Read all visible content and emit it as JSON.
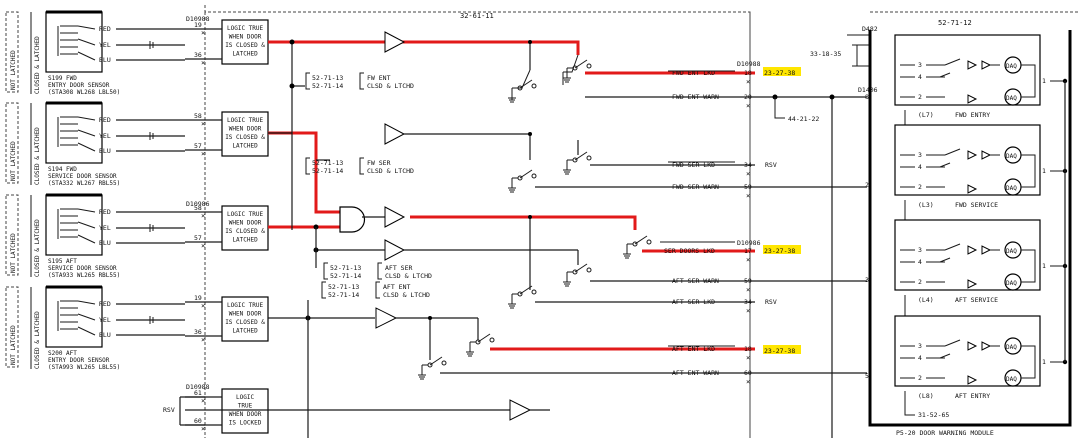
{
  "panel_ids": {
    "left_bus": "32-61-11",
    "right_module": "52-71-12"
  },
  "sensors": [
    {
      "id": "S199",
      "side": "FWD",
      "line1": "ENTRY DOOR SENSOR",
      "line2": "(STA308 WL268 LBL50)"
    },
    {
      "id": "S194",
      "side": "FWD",
      "line1": "SERVICE DOOR SENSOR",
      "line2": "(STA332 WL267 RBL55)"
    },
    {
      "id": "S195",
      "side": "AFT",
      "line1": "SERVICE DOOR SENSOR",
      "line2": "(STA933 WL265 RBL55)"
    },
    {
      "id": "S200",
      "side": "AFT",
      "line1": "ENTRY DOOR SENSOR",
      "line2": "(STA993 WL265 LBL55)"
    }
  ],
  "sensor_side_labels": {
    "not_latched": "NOT LATCHED",
    "closed_latched": "CLOSED & LATCHED"
  },
  "wire_colors": [
    "RED",
    "YEL",
    "BLU"
  ],
  "logic_box": [
    "LOGIC TRUE",
    "WHEN DOOR",
    "IS CLOSED &",
    "LATCHED"
  ],
  "logic_box_locked": [
    "LOGIC",
    "TRUE",
    "WHEN DOOR",
    "IS LOCKED"
  ],
  "connectors": {
    "d10988": "D10988",
    "d10986": "D10986",
    "d1406": "D1406",
    "d482": "D482"
  },
  "pins": {
    "s1": [
      "19",
      "36"
    ],
    "s2": [
      "58",
      "57"
    ],
    "s3": [
      "58",
      "57"
    ],
    "s4": [
      "19",
      "36"
    ],
    "rsv": [
      "61",
      "60"
    ],
    "d482": [
      "7",
      "5",
      "6"
    ],
    "d1406": [
      "8",
      "2",
      "3",
      "5"
    ],
    "out": [
      "18",
      "20",
      "34",
      "59",
      "17",
      "59",
      "34",
      "18",
      "60"
    ]
  },
  "notes": [
    {
      "ref1": "52-71-13",
      "ref2": "52-71-14",
      "t1": "FW ENT",
      "t2": "CLSD & LTCHD"
    },
    {
      "ref1": "52-71-13",
      "ref2": "52-71-14",
      "t1": "FW SER",
      "t2": "CLSD & LTCHD"
    },
    {
      "ref1": "52-71-13",
      "ref2": "52-71-14",
      "t1": "AFT SER",
      "t2": "CLSD & LTCHD"
    },
    {
      "ref1": "52-71-13",
      "ref2": "52-71-14",
      "t1": "AFT ENT",
      "t2": "CLSD & LTCHD"
    }
  ],
  "signals": {
    "fwd_ent_lkd": "FWD ENT LKD",
    "fwd_ent_warn": "FWD ENT WARN",
    "fwd_ser_lkd": "FWD SER LKD",
    "fwd_ser_warn": "FWD SER WARN",
    "ser_doors_lkd": "SER DOORS LKD",
    "aft_ser_warn": "AFT SER WARN",
    "aft_ser_lkd": "AFT SER LKD",
    "aft_ent_lkd": "AFT ENT LKD",
    "aft_ent_warn": "AFT ENT WARN",
    "rsv": "RSV"
  },
  "refs": {
    "r1": "23-27-38",
    "r2": "23-27-38",
    "r3": "23-27-38",
    "r4": "44-21-22",
    "r5": "33-18-35",
    "r6": "31-52-65"
  },
  "module": {
    "title": "P5-20  DOOR WARNING MODULE",
    "channels": [
      {
        "tag": "(L7)",
        "name": "FWD ENTRY"
      },
      {
        "tag": "(L3)",
        "name": "FWD SERVICE"
      },
      {
        "tag": "(L4)",
        "name": "AFT SERVICE"
      },
      {
        "tag": "(L8)",
        "name": "AFT ENTRY"
      }
    ],
    "relay_pins": [
      "3",
      "4",
      "2",
      "1"
    ],
    "lamp": "DAQ"
  },
  "colors": {
    "active_path": "#e21a1a",
    "highlight": "#ffe600"
  }
}
